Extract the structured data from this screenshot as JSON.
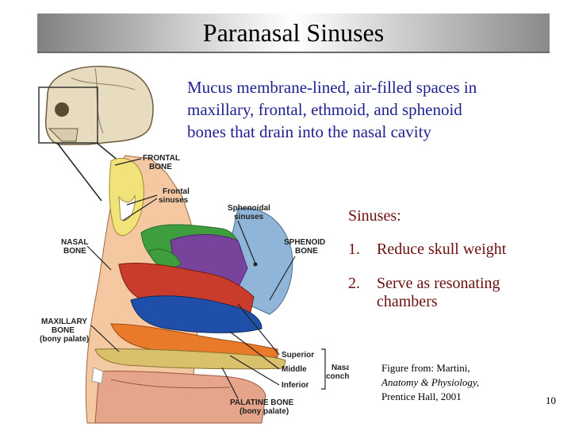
{
  "slide": {
    "title": "Paranasal Sinuses",
    "intro_lines": [
      "Mucus membrane-lined, air-filled spaces in",
      "maxillary, frontal, ethmoid, and sphenoid",
      "bones that drain into the nasal cavity"
    ],
    "sinuses_heading": "Sinuses:",
    "points": [
      {
        "num": "1.",
        "text": "Reduce skull weight",
        "cont": ""
      },
      {
        "num": "2.",
        "text": "Serve as resonating",
        "cont": "chambers"
      }
    ],
    "caption": {
      "line1": "Figure from: Martini,",
      "line2": "Anatomy & Physiology,",
      "line3": "Prentice Hall, 2001"
    },
    "page_number": "10"
  },
  "figure": {
    "labels": {
      "frontal_bone": [
        "FRONTAL",
        "BONE"
      ],
      "frontal_sinuses": [
        "Frontal",
        "sinuses"
      ],
      "sphenoidal_sinuses": [
        "Sphenoidal",
        "sinuses"
      ],
      "sphenoid_bone": [
        "SPHENOID",
        "BONE"
      ],
      "nasal_bone": [
        "NASAL",
        "BONE"
      ],
      "maxillary_bone": [
        "MAXILLARY",
        "BONE",
        "(bony palate)"
      ],
      "superior": "Superior",
      "middle": "Middle",
      "inferior": "Inferior",
      "nasal_conchae": [
        "Nasal",
        "conchae"
      ],
      "palatine_bone": [
        "PALATINE BONE",
        "(bony palate)"
      ]
    },
    "colors": {
      "frontal": "#f2e27a",
      "sphenoid": "#8fb6d8",
      "ethmoid": "#3e9e3e",
      "purple": "#7b3fa0",
      "maxillary_red": "#c93b2a",
      "blue": "#1f4fa8",
      "orange": "#e87a2a",
      "palate": "#d9c06a"
    }
  }
}
